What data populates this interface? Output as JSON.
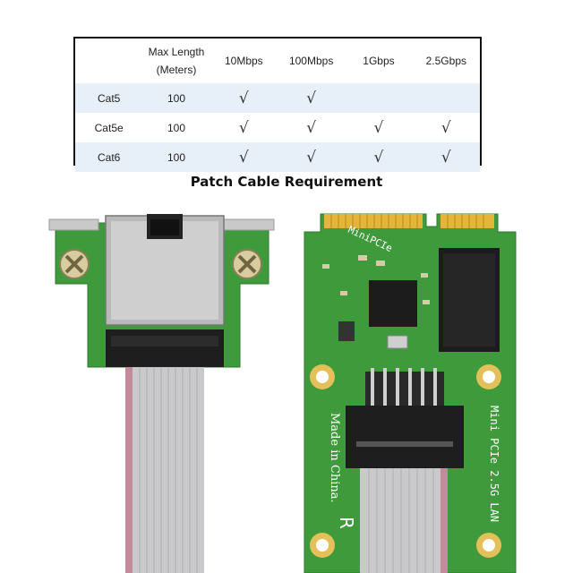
{
  "table": {
    "headers": [
      "",
      "Max Length\n(Meters)",
      "10Mbps",
      "100Mbps",
      "1Gbps",
      "2.5Gbps"
    ],
    "rows": [
      {
        "cable": "Cat5",
        "length": "100",
        "checks": [
          true,
          true,
          false,
          false
        ]
      },
      {
        "cable": "Cat5e",
        "length": "100",
        "checks": [
          true,
          true,
          true,
          true
        ]
      },
      {
        "cable": "Cat6",
        "length": "100",
        "checks": [
          true,
          true,
          true,
          true
        ]
      }
    ],
    "check_glyph": "√"
  },
  "caption": "Patch Cable Requirement",
  "pcb_text": {
    "made_in": "Made in China.",
    "product": "Mini PCIe 2.5G LAN",
    "minipcie": "MiniPCIe",
    "r": "R"
  },
  "colors": {
    "pcb_green": "#3f9a3c",
    "table_stripe": "#e7f0f9",
    "ribbon_cable": "#c9c9cc"
  }
}
